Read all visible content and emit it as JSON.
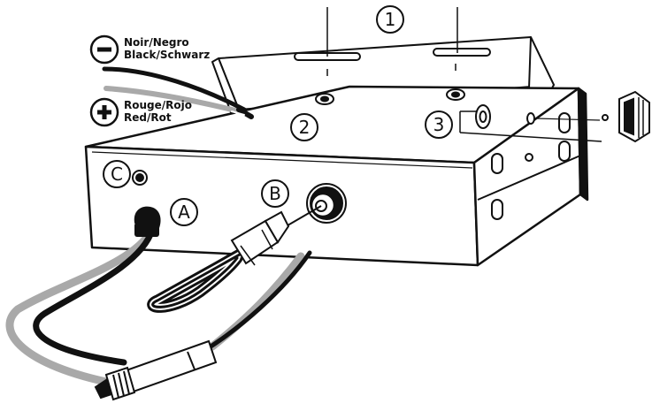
{
  "callouts": {
    "one": "1",
    "two": "2",
    "three": "3",
    "a": "A",
    "b": "B",
    "c": "C"
  },
  "wires": {
    "negative_symbol": "−",
    "negative_line1": "Noir/Negro",
    "negative_line2": "Black/Schwarz",
    "positive_symbol": "+",
    "positive_line1": "Rouge/Rojo",
    "positive_line2": "Red/Rot"
  },
  "colors": {
    "line": "#111111",
    "gray_cable": "#a9a9a9",
    "black_cable": "#111111",
    "background": "#ffffff"
  }
}
